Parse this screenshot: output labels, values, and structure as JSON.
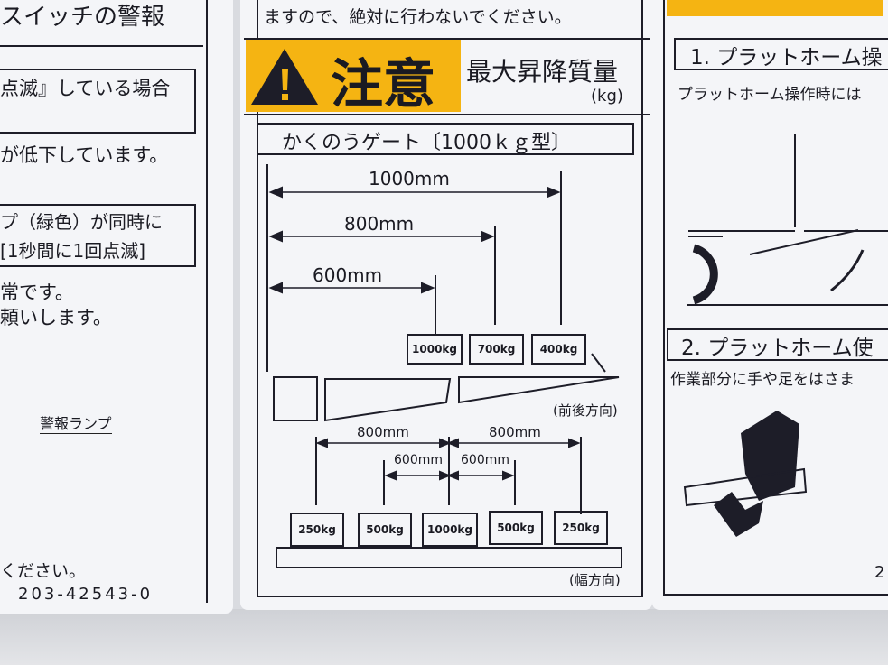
{
  "left_panel": {
    "title": "スイッチの警報",
    "box1": "点滅』している場合",
    "line1": "が低下しています。",
    "box2_l1": "プ（緑色）が同時に",
    "box2_l2": "[1秒間に1回点滅]",
    "line2": "常です。",
    "line3": "頼いします。",
    "lamp_label": "警報ランプ",
    "line4": "ください。",
    "part_no": "203-42543-0"
  },
  "center_panel": {
    "top_text": "ますので、絶対に行わないでください。",
    "caution": "注意",
    "max_load": "最大昇降質量",
    "unit": "(kg)",
    "gate_title": "かくのうゲート〔1000ｋｇ型〕",
    "front_back": {
      "dims": [
        "1000mm",
        "800mm",
        "600mm"
      ],
      "weights": [
        "1000kg",
        "700kg",
        "400kg"
      ],
      "label": "(前後方向)"
    },
    "width": {
      "dims": [
        "800mm",
        "800mm",
        "600mm",
        "600mm"
      ],
      "weights": [
        "250kg",
        "500kg",
        "1000kg",
        "500kg",
        "250kg"
      ],
      "label": "(幅方向)"
    }
  },
  "right_panel": {
    "item1": "1. プラットホーム操",
    "item1_text": "プラットホーム操作時には",
    "item2": "2. プラットホーム使",
    "item2_text": "作業部分に手や足をはさま",
    "footer": "2"
  },
  "colors": {
    "caution_yellow": "#f5b412",
    "ink": "#1d1d28"
  }
}
